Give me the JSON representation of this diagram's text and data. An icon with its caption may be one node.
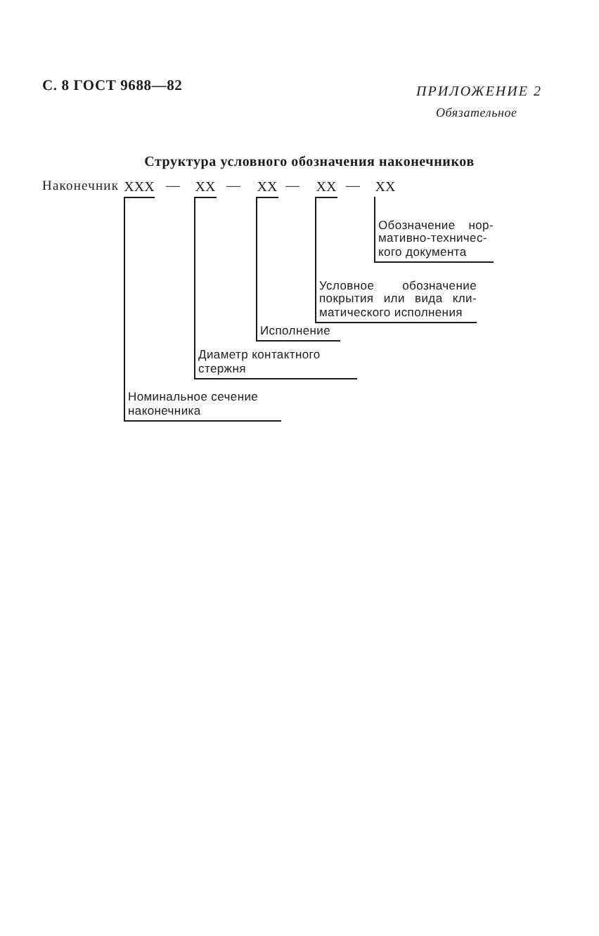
{
  "diagram": {
    "title": "Структура условного обозначения наконечников",
    "nodes": [
      {
        "text": [
          "ХХХ"
        ]
      },
      {
        "text": [
          "ХХ"
        ]
      },
      {
        "text": [
          "ХХ"
        ]
      },
      {
        "text": [
          "ХХ"
        ]
      },
      {
        "text": [
          "ХХ"
        ]
      },
      {
        "text": [
          "Обозначение нор- мативно-техничес- кого документа"
        ]
      },
      {
        "text": [
          "Условное обозначение покрытия или вида кли- матического исполнения"
        ]
      },
      {
        "text": [
          "Исполнение"
        ]
      },
      {
        "text": [
          "Диаметр контактного стержня"
        ]
      },
      {
        "text": [
          "Номинальное сечение наконечника"
        ]
      }
    ],
    "edges": [
      {
        "from": 0,
        "to": 9,
        "arrow": "none"
      },
      {
        "from": 1,
        "to": 8,
        "arrow": "none"
      },
      {
        "from": 2,
        "to": 7,
        "arrow": "none"
      },
      {
        "from": 3,
        "to": 6,
        "arrow": "none"
      },
      {
        "from": 4,
        "to": 5,
        "arrow": "none"
      }
    ],
    "labels": [
      "С. 8 ГОСТ 9688—82",
      "ПРИЛОЖЕНИЕ 2",
      "Обязательное",
      "Наконечник",
      "—",
      "—",
      "—",
      "—"
    ]
  }
}
